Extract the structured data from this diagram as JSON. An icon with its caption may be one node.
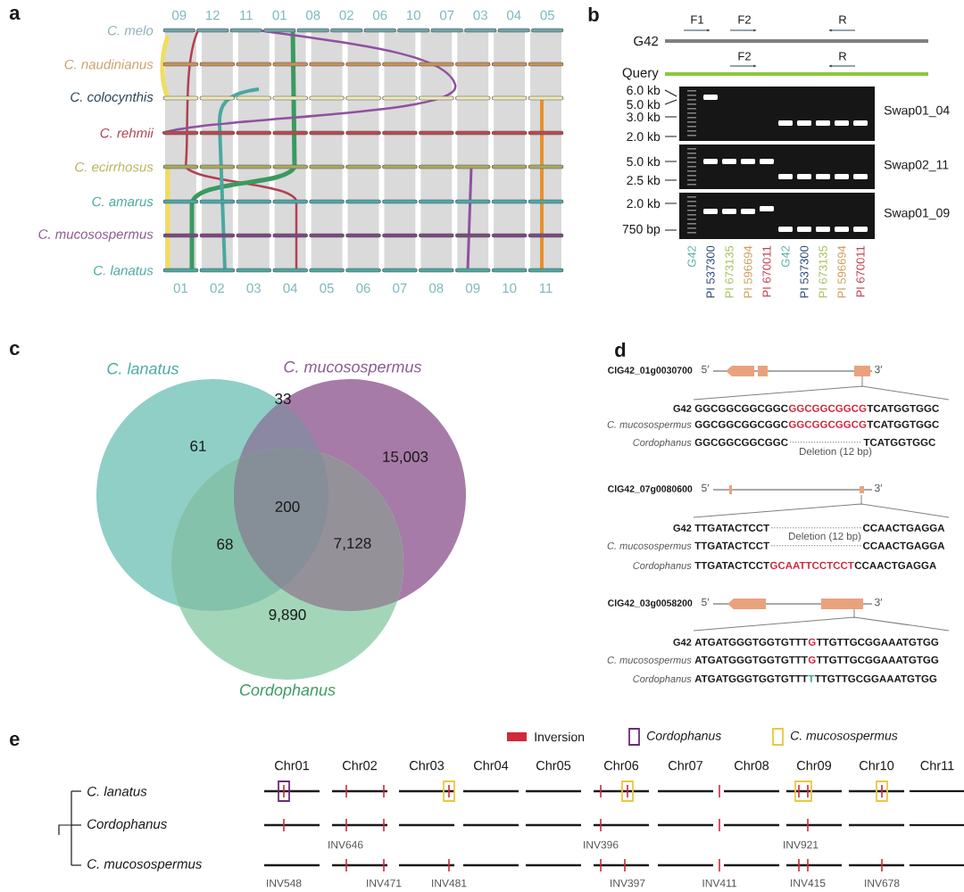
{
  "diagram": {
    "labels": [
      "a",
      "09",
      "12",
      "11",
      "01",
      "08",
      "02",
      "06",
      "10",
      "07",
      "03",
      "04",
      "05",
      "C. melo",
      "C. naudinianus",
      "C. colocynthis",
      "C. rehmii",
      "C. ecirrhosus",
      "C. amarus",
      "C. mucosospermus",
      "C. lanatus",
      "01",
      "02",
      "03",
      "04",
      "05",
      "06",
      "07",
      "08",
      "09",
      "10",
      "11",
      "b",
      "F1",
      "F2",
      "R",
      "G42",
      "F2",
      "R",
      "Query",
      "6.0 kb",
      "5.0 kb",
      "Swap01_04",
      "3.0 kb",
      "2.0 kb",
      "5.0 kb",
      "Swap02_11",
      "2.5 kb",
      "2.0 kb",
      "Swap01_09",
      "750 bp",
      "G42",
      "PI 537300",
      "PI 673135",
      "PI 596694",
      "PI 670011",
      "G42",
      "PI 537300",
      "PI 673135",
      "PI 596694",
      "PI 670011",
      "c",
      "C. lanatus",
      "C. mucosospermus",
      "33",
      "61",
      "15,003",
      "200",
      "68",
      "7,128",
      "9,890",
      "Cordophanus",
      "d",
      "ClG42_01g0030700",
      "5′",
      "3′",
      "G42",
      "GGCGGCGGCGGC",
      "GGCGGCGGCG",
      "TCATGGTGGC",
      "C. mucosospermus",
      "GGCGGCGGCGGC",
      "GGCGGCGGCG",
      "TCATGGTGGC",
      "Cordophanus",
      "GGCGGCGGCGGC",
      "TCATGGTGGC",
      "Deletion (12 bp)",
      "ClG42_07g0080600",
      "5′",
      "3′",
      "G42",
      "TTGATACTCCT",
      "CCAACTGAGGA",
      "Deletion (12 bp)",
      "C. mucosospermus",
      "TTGATACTCCT",
      "CCAACTGAGGA",
      "Cordophanus",
      "TTGATACTCCT",
      "GCAATTCCTCCT",
      "CCAACTGAGGA",
      "ClG42_03g0058200",
      "5′",
      "3′",
      "G42",
      "ATGATGGGTGGTGTTT",
      "G",
      "TTGTTGCGGAAATGTGG",
      "C. mucosospermus",
      "ATGATGGGTGGTGTTT",
      "G",
      "TTGTTGCGGAAATGTGG",
      "Cordophanus",
      "ATGATGGGTGGTGTTT",
      "T",
      "TTGTTGCGGAAATGTGG",
      "e",
      "Chr01",
      "Chr02",
      "Chr03",
      "Chr04",
      "Chr05",
      "Chr06",
      "Chr07",
      "Chr08",
      "Chr09",
      "Chr10",
      "Chr11",
      "C. lanatus",
      "Cordophanus",
      "C. mucosospermus",
      "INV646",
      "INV396",
      "INV921",
      "INV548",
      "INV471",
      "INV481",
      "INV397",
      "INV411",
      "INV415",
      "INV678"
    ],
    "legend": [
      {
        "text": "Inversion",
        "color": "#d0283c"
      },
      {
        "text": "Cordophanus"
      },
      {
        "text": "C. mucosospermus"
      }
    ]
  }
}
